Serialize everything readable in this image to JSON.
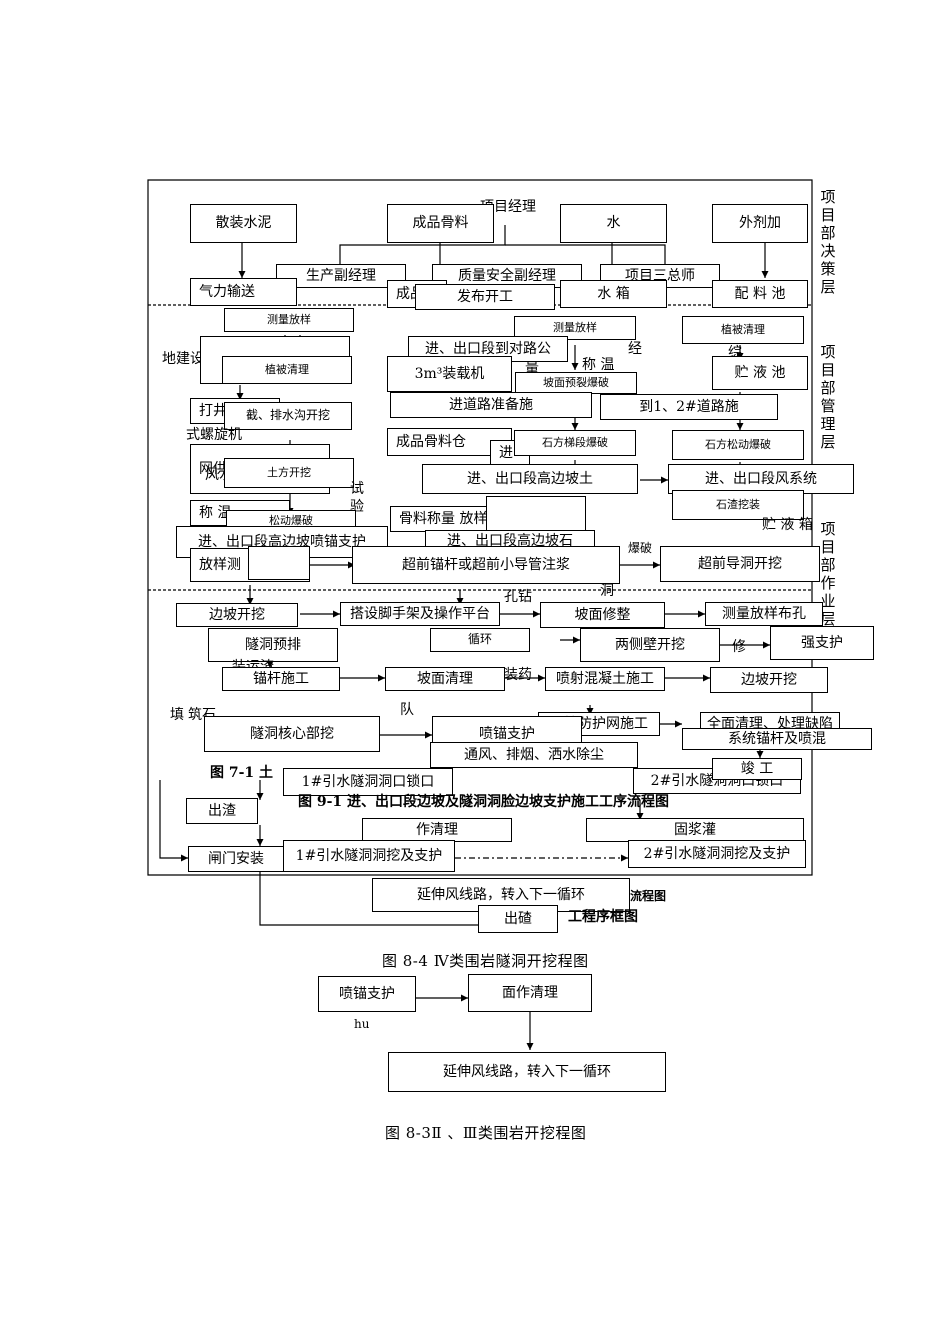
{
  "labels": {
    "l1": "散装水泥",
    "l2": "成品骨料",
    "l3": "项目经理",
    "l4": "水",
    "l5": "外剂加",
    "l6": "生产副经理",
    "l7": "质量安全副经理",
    "l8": "项目三总师",
    "l9": "气力输送",
    "l10": "成品",
    "l11": "发布开工",
    "l12": "水 箱",
    "l13": "配 料 池",
    "l14": "测量放样",
    "l15": "测量放样",
    "l16": "植被清理",
    "l17": "地建设施",
    "l18": "进、出口段到对路公",
    "l19": "经",
    "l20": "综",
    "l21": "植被清理",
    "l22": "3m³装载机",
    "l23": "量",
    "l24": "称 温",
    "l25": "坡面预裂爆破",
    "l26": "贮 液 池",
    "l27": "打井钻孔",
    "l28": "截、排水沟开挖",
    "l29": "进道路准备施",
    "l30": "到1、2#道路施",
    "l31": "式螺旋机",
    "l32": "网供电",
    "l33": "成品骨料仓",
    "l34": "进",
    "l35": "石方梯段爆破",
    "l36": "石方松动爆破",
    "l37": "风水",
    "l38": "土方开挖",
    "l39": "进、出口段高边坡土",
    "l40": "进、出口段风系统",
    "l41": "试",
    "l42": "验",
    "l43": "称 温",
    "l44": "骨料称量 放样测",
    "l45": "石渣挖装",
    "l46": "松动爆破",
    "l47": "贮 液 箱",
    "l48": "进、出口段高边坡喷锚支护",
    "l49": "进、出口段高边坡石",
    "l50": "放样测",
    "l51": "超前锚杆或超前小导管注浆",
    "l52": "爆破",
    "l53": "超前导洞开挖",
    "l54": "孔钻",
    "l55": "洞",
    "l56": "边坡开挖",
    "l57": "搭设脚手架及操作平台",
    "l58": "坡面修整",
    "l59": "测量放样布孔",
    "l60": "隧洞预排",
    "l61": "循环",
    "l62": "强支护",
    "l63": "两侧壁开挖",
    "l64": "装运渣",
    "l65": "修",
    "l66": "锚杆施工",
    "l67": "坡面清理",
    "l68": "装药",
    "l69": "喷射混凝土施工",
    "l70": "边坡开挖",
    "l71": "填",
    "l72": "筑石",
    "l73": "队",
    "l74": "柔性防护网施工",
    "l75": "全面清理、处理缺陷",
    "l76": "隧洞核心部挖",
    "l77": "喷锚支护",
    "l78": "系统锚杆及喷混",
    "l79": "通风、排烟、洒水除尘",
    "l80": "图 7-1 土",
    "l81": "1#引水隧洞洞口锁口",
    "l82": "2#引水隧洞洞口锁口",
    "l83": "竣 工",
    "l84": "出渣",
    "l85": "图 9-1 进、出口段边坡及隧洞洞脸边坡支护施工工序流程图",
    "l86": "作清理",
    "l87": "固浆灌",
    "l88": "闸门安装",
    "l89": "1#引水隧洞洞挖及支护",
    "l90": "2#引水隧洞洞挖及支护",
    "l91": "延伸风线路，转入下一循环",
    "l92": "流程图",
    "l93": "出碴",
    "l94": "工程序框图",
    "l95": "图 8-4 Ⅳ类围岩隧洞开挖程图",
    "l96": "喷锚支护",
    "l97": "面作清理",
    "l98": "hu",
    "l99": "延伸风线路，转入下一循环",
    "l100": "图 8-3Ⅱ 、Ⅲ类围岩开挖程图",
    "side1": "项目部决策层",
    "side2": "项目部管理层",
    "side3": "项目部作业层"
  }
}
